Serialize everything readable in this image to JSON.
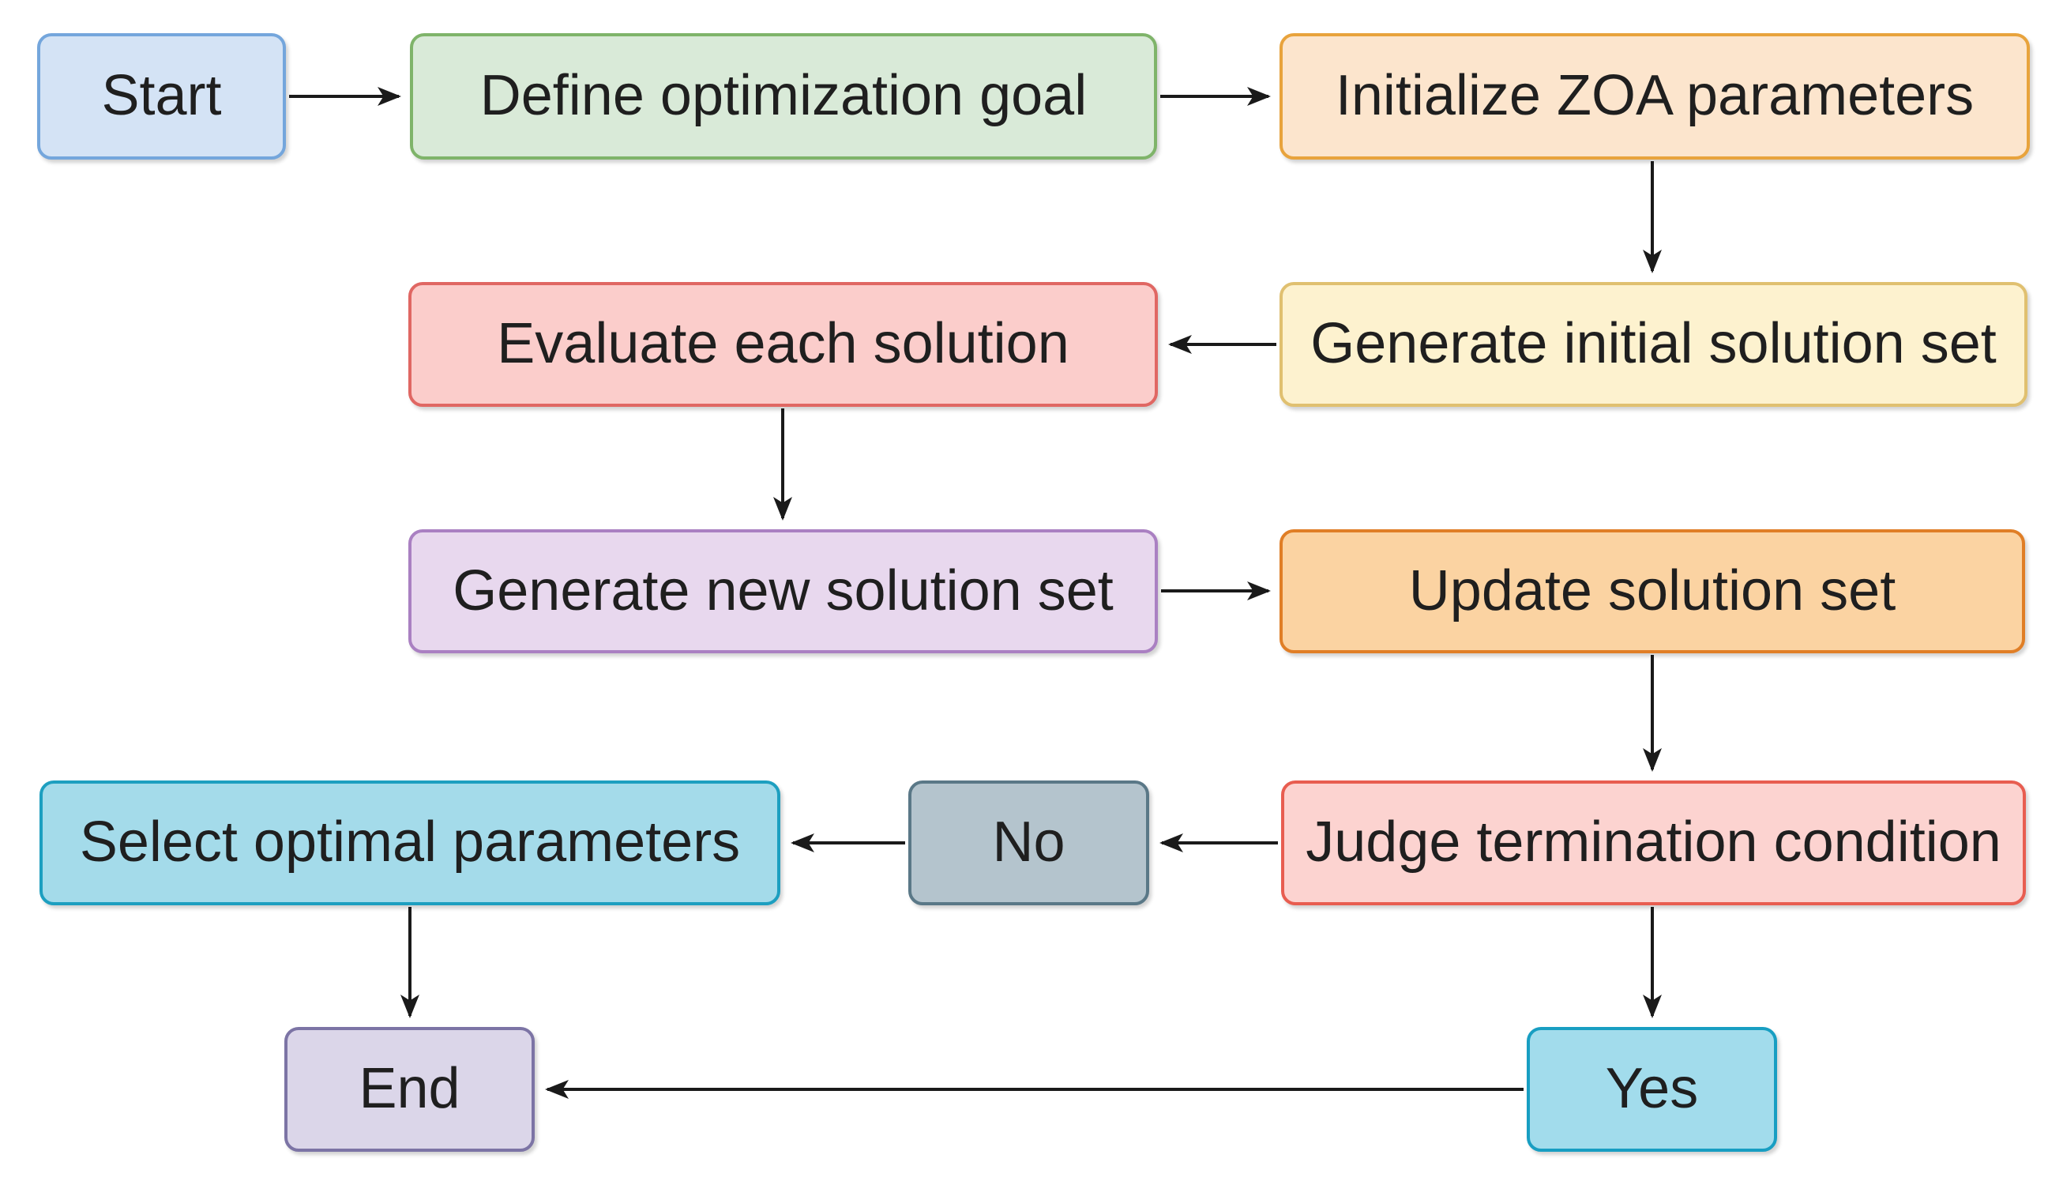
{
  "style": {
    "arrow_color": "#1a1a1a",
    "text_color": "#1f1f1f"
  },
  "nodes": {
    "start": {
      "label": "Start",
      "fill": "#d4e3f5",
      "border": "#74a6dc"
    },
    "define": {
      "label": "Define optimization goal",
      "fill": "#d9ead8",
      "border": "#7fb46a"
    },
    "initialize": {
      "label": "Initialize ZOA parameters",
      "fill": "#fce5cd",
      "border": "#e8a33c"
    },
    "generate_initial": {
      "label": "Generate initial solution set",
      "fill": "#fdf2cf",
      "border": "#e0c070"
    },
    "evaluate": {
      "label": "Evaluate each solution",
      "fill": "#fbcdcb",
      "border": "#e06763"
    },
    "generate_new": {
      "label": "Generate new solution set",
      "fill": "#e8d8ee",
      "border": "#aa80c2"
    },
    "update": {
      "label": "Update solution set",
      "fill": "#fbd3a2",
      "border": "#e07e26"
    },
    "judge": {
      "label": "Judge termination condition",
      "fill": "#fcd3d0",
      "border": "#e85d50"
    },
    "no": {
      "label": "No",
      "fill": "#b4c4cd",
      "border": "#5a7887"
    },
    "select": {
      "label": "Select optimal parameters",
      "fill": "#a4dbea",
      "border": "#1d9fc0"
    },
    "end": {
      "label": "End",
      "fill": "#dbd6e9",
      "border": "#7c74a5"
    },
    "yes": {
      "label": "Yes",
      "fill": "#a2dcec",
      "border": "#189ec2"
    }
  },
  "edges": [
    {
      "from": "start",
      "to": "define"
    },
    {
      "from": "define",
      "to": "initialize"
    },
    {
      "from": "initialize",
      "to": "generate_initial"
    },
    {
      "from": "generate_initial",
      "to": "evaluate"
    },
    {
      "from": "evaluate",
      "to": "generate_new"
    },
    {
      "from": "generate_new",
      "to": "update"
    },
    {
      "from": "update",
      "to": "judge"
    },
    {
      "from": "judge",
      "to": "no"
    },
    {
      "from": "no",
      "to": "select"
    },
    {
      "from": "select",
      "to": "end"
    },
    {
      "from": "judge",
      "to": "yes"
    },
    {
      "from": "yes",
      "to": "end"
    }
  ]
}
